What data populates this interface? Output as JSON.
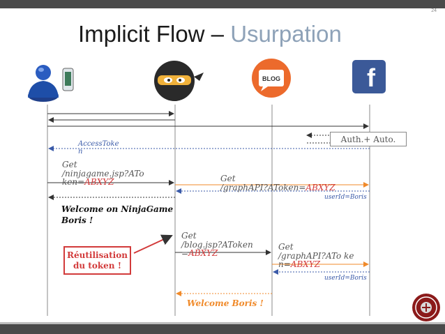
{
  "slide": {
    "page_number": "24",
    "title_main": "Implicit Flow – ",
    "title_sub": "Usurpation"
  },
  "actors": [
    {
      "name": "user",
      "icon": "user-with-phone-icon"
    },
    {
      "name": "ninjagame",
      "icon": "ninja-icon"
    },
    {
      "name": "blog",
      "icon": "blog-icon",
      "label": "BLOG"
    },
    {
      "name": "facebook",
      "icon": "facebook-icon",
      "label": "f"
    }
  ],
  "messages": {
    "auth_auto": "Auth.+ Auto.",
    "access_token_line1": "AccessToke",
    "access_token_line2": "n",
    "get_ninjagame_1": "Get",
    "get_ninjagame_2": "/ninjagame.jsp?ATo",
    "get_ninjagame_3": "ken=",
    "get_ninjagame_token": "ABXYZ",
    "get_graph_1_line1": "Get",
    "get_graph_1_line2": "/graphAPI?AToken=",
    "get_graph_1_token": "ABXYZ",
    "userid_1": "userId=Boris",
    "welcome_ninja_line1": "Welcome on NinjaGame",
    "welcome_ninja_line2": "Boris !",
    "get_blog_1": "Get",
    "get_blog_2": "/blog.jsp?AToken",
    "get_blog_3": "=",
    "get_blog_token": "ABXYZ",
    "get_graph_2_line1": "Get",
    "get_graph_2_line2": "/graphAPI?ATo ke",
    "get_graph_2_line3": "n=",
    "get_graph_2_token": "ABXYZ",
    "userid_2": "userId=Boris",
    "welcome_boris": "Welcome Boris !",
    "reuse_line1": "Réutilisation",
    "reuse_line2": "du token !"
  },
  "colors": {
    "black_arrow": "#333333",
    "blue_dotted": "#3a5aa8",
    "orange_arrow": "#f08a2a",
    "token_red": "#d23a3a",
    "facebook_blue": "#3b5998",
    "blog_orange": "#ec6a2c"
  }
}
